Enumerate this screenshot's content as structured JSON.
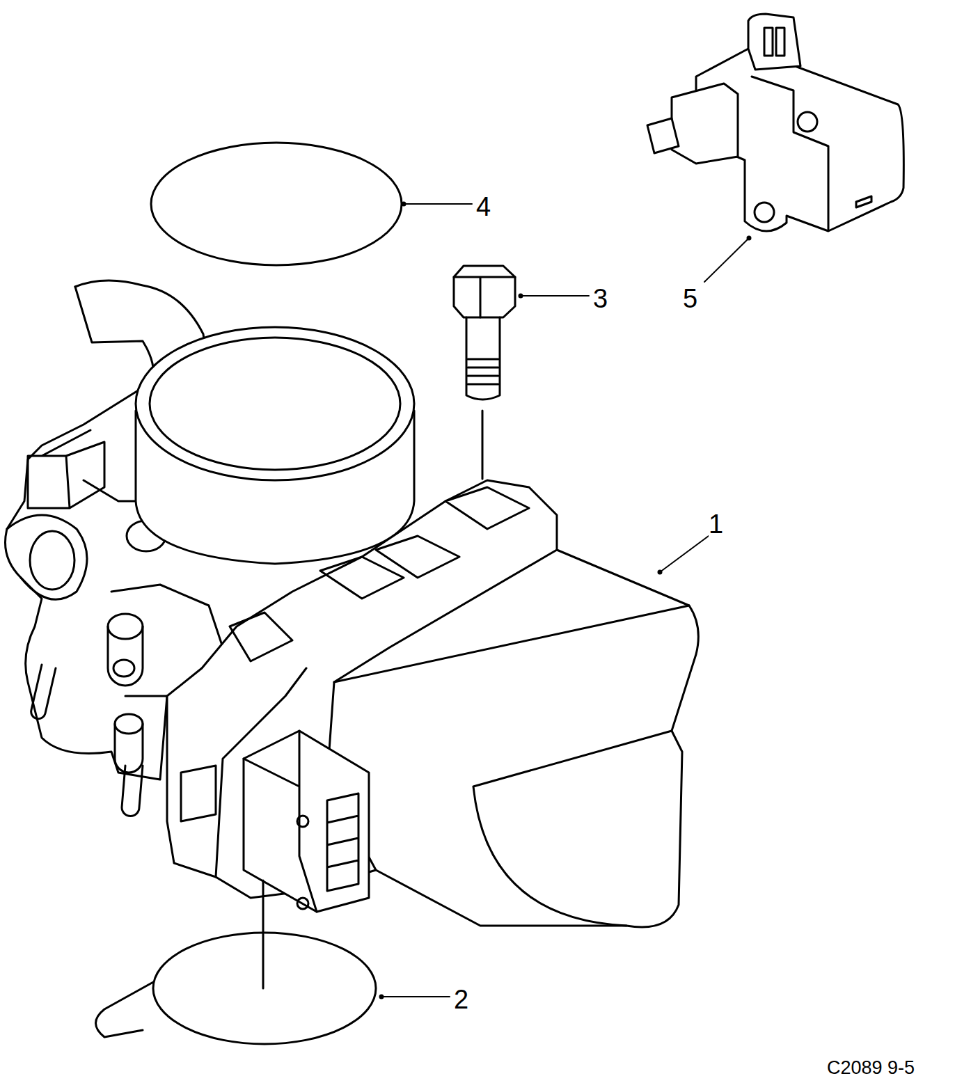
{
  "diagram": {
    "labels": [
      "4",
      "3",
      "5",
      "1",
      "2",
      "C2089 9-5"
    ]
  }
}
